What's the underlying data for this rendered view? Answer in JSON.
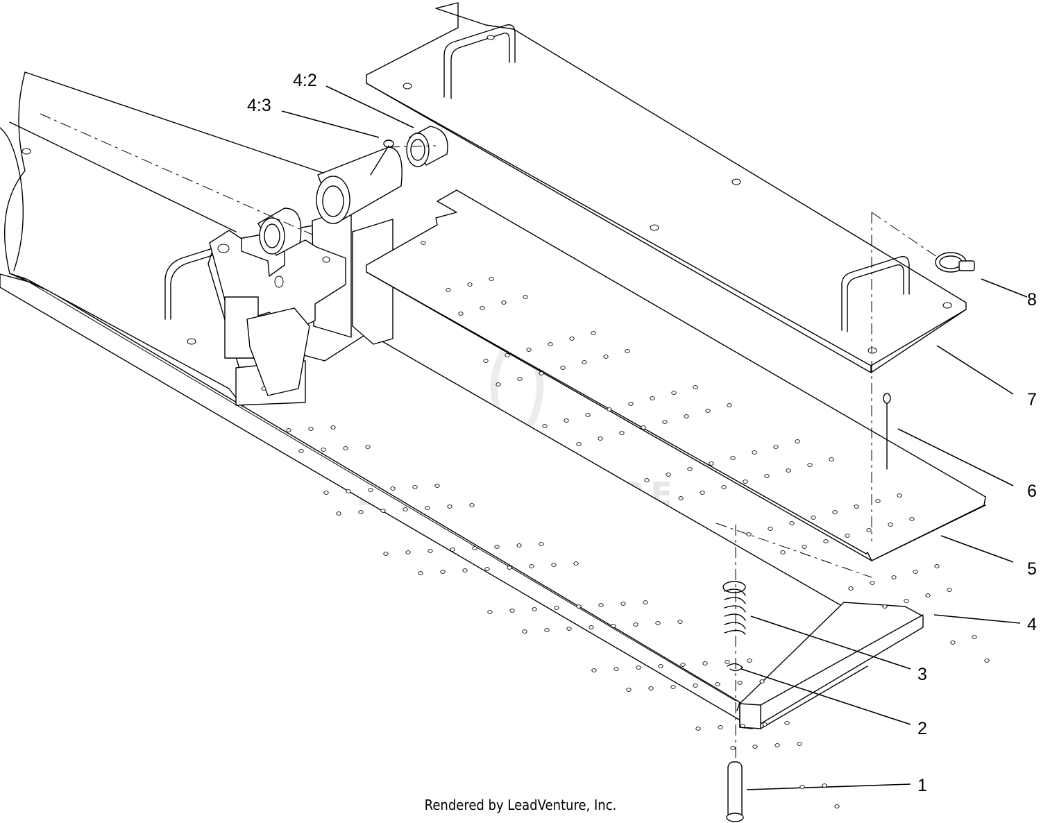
{
  "callouts": {
    "c4_2": "4:2",
    "c4_3": "4:3",
    "c8": "8",
    "c7": "7",
    "c6": "6",
    "c5": "5",
    "c4": "4",
    "c3": "3",
    "c2": "2",
    "c1": "1"
  },
  "watermark": {
    "text": "LEADVENTURE"
  },
  "footer": {
    "credit": "Rendered by LeadVenture, Inc."
  }
}
